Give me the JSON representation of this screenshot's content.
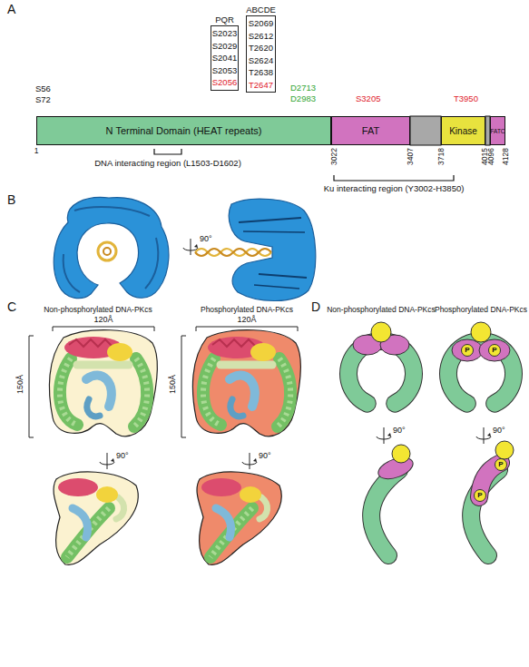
{
  "diagram": {
    "nodes": [
      {
        "text": [
          "PQR",
          "S2023",
          "S2029",
          "S2041",
          "S2053",
          "S2056"
        ]
      },
      {
        "text": [
          "ABCDE",
          "S2069",
          "S2612",
          "T2620",
          "S2624",
          "T2638",
          "T2647"
        ]
      },
      {
        "text": [
          "N Terminal Domain (HEAT repeats)"
        ]
      },
      {
        "text": [
          "FAT"
        ]
      },
      {
        "text": [
          "Kinase"
        ]
      },
      {
        "text": [
          "FATC"
        ]
      },
      {
        "text": [
          "P"
        ]
      },
      {
        "text": [
          "P"
        ]
      },
      {
        "text": [
          "P"
        ]
      },
      {
        "text": [
          "P"
        ]
      }
    ],
    "labels": [
      "A",
      "S56",
      "S72",
      "D2713",
      "D2983",
      "S3205",
      "T3950",
      "1",
      "3022",
      "3407",
      "3718",
      "4015",
      "4096",
      "4128",
      "DNA interacting region (L1503-D1602)",
      "Ku interacting region (Y3002-H3850)",
      "B",
      "90°",
      "C",
      "Non-phosphorylated DNA-PKcs",
      "120Å",
      "150Å",
      "90°",
      "Phosphorylated DNA-PKcs",
      "120Å",
      "150Å",
      "90°",
      "D",
      "Non-phosphorylated DNA-PKcs",
      "Phosphorylated DNA-PKcs",
      "90°",
      "90°"
    ]
  }
}
